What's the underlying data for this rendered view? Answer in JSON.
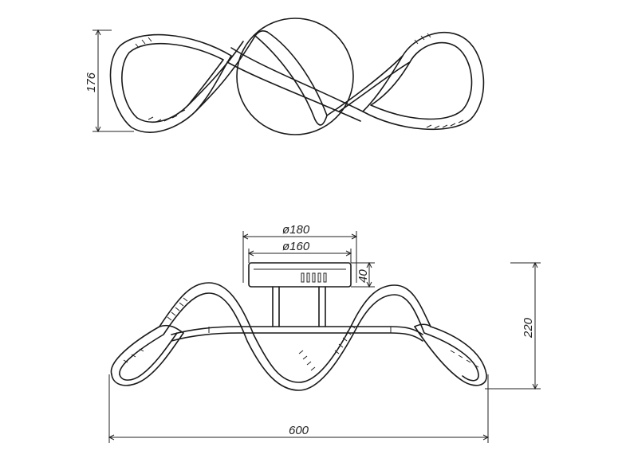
{
  "top_view": {
    "height_label": "176"
  },
  "side_view": {
    "outer_diameter_label": "ø180",
    "inner_diameter_label": "ø160",
    "canopy_height_label": "40",
    "total_height_label": "220",
    "width_label": "600"
  }
}
